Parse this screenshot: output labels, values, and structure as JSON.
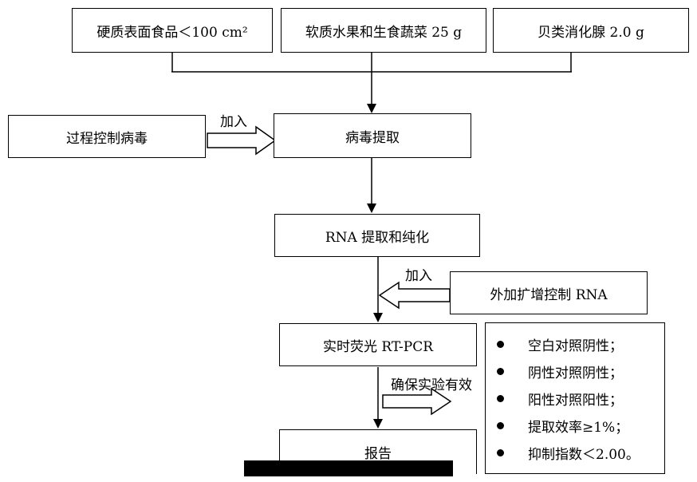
{
  "sources": [
    {
      "label": "硬质表面食品＜100 cm²"
    },
    {
      "label": "软质水果和生食蔬菜 25 g"
    },
    {
      "label": "贝类消化腺 2.0 g"
    }
  ],
  "process_control": {
    "label": "过程控制病毒",
    "add_label": "加入"
  },
  "virus_extraction": {
    "label": "病毒提取"
  },
  "rna_extraction": {
    "label": "RNA 提取和纯化"
  },
  "external_amp_control": {
    "label": "外加扩增控制 RNA",
    "add_label": "加入"
  },
  "rt_pcr": {
    "label": "实时荧光 RT-PCR"
  },
  "validity": {
    "label": "确保实验有效"
  },
  "criteria": [
    "空白对照阴性；",
    "阴性对照阴性；",
    "阳性对照阳性；",
    "提取效率≥1%；",
    "抑制指数＜2.00。"
  ],
  "report": {
    "label": "报告"
  }
}
